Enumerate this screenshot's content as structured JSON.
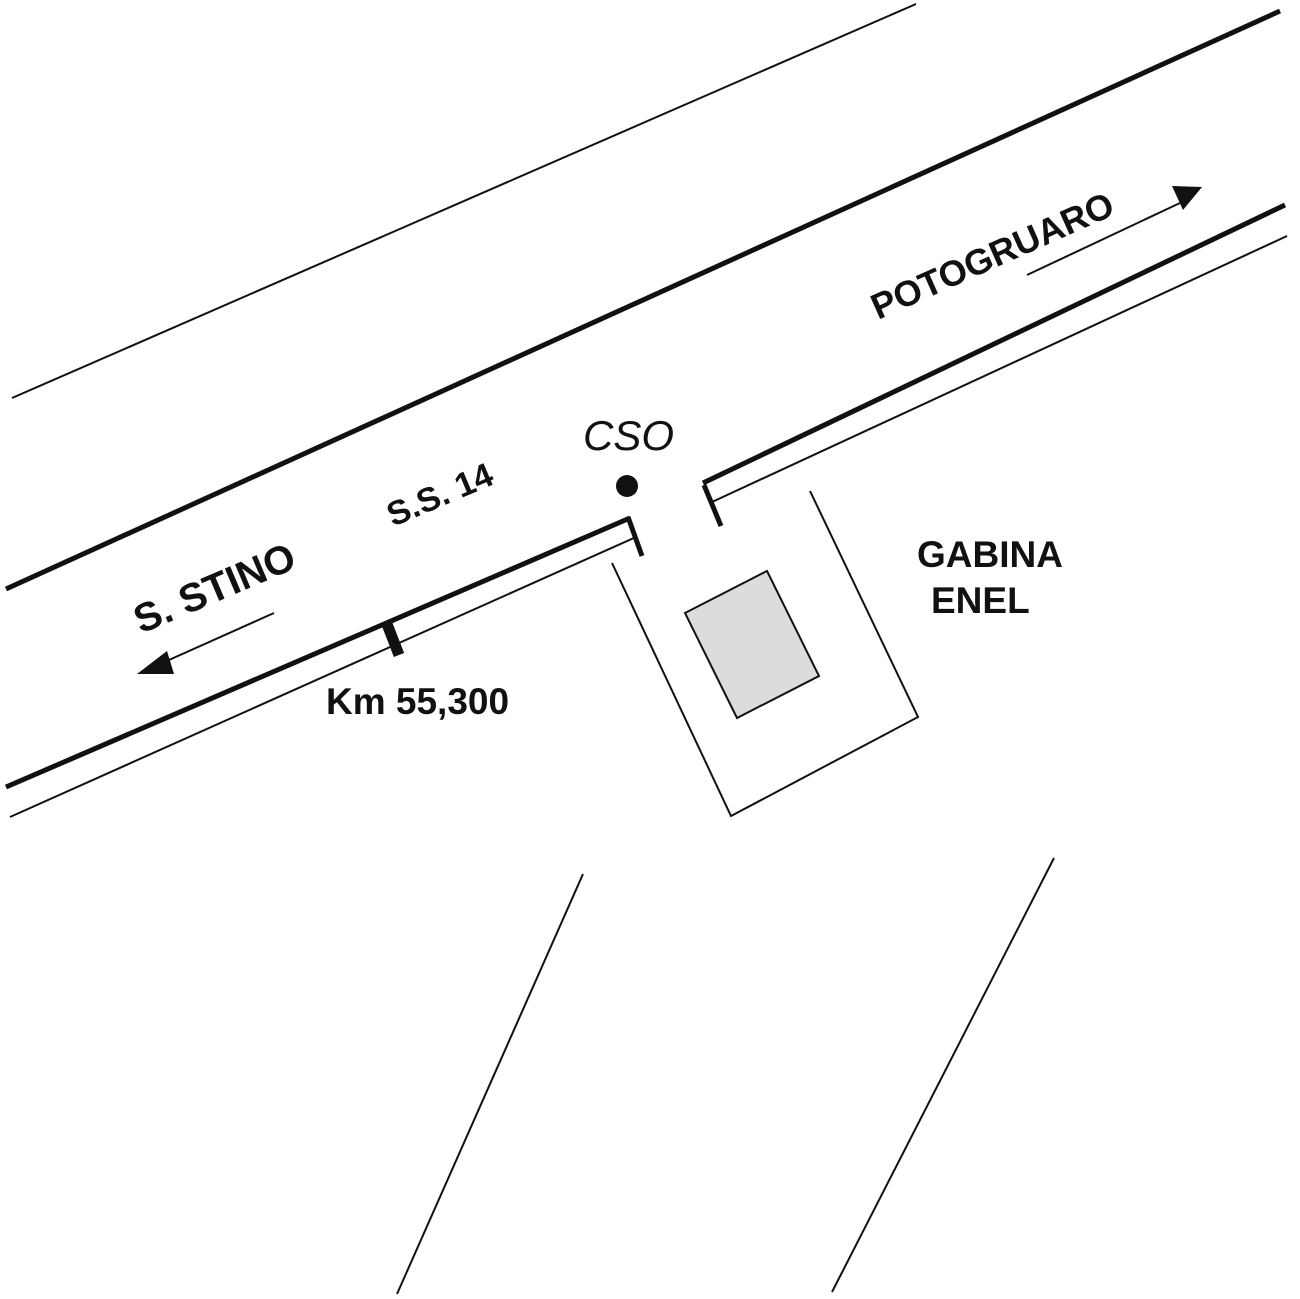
{
  "map": {
    "labels": {
      "road_name": "S.S. 14",
      "direction_west": "S. STINO",
      "direction_east": "POTOGRUARO",
      "point_label": "CSO",
      "km_marker": "Km 55,300",
      "building_line1": "GABINA",
      "building_line2": "ENEL"
    },
    "colors": {
      "line": "#111111",
      "building_fill": "#dcdcdc",
      "background": "#ffffff"
    },
    "icons": {
      "point_marker": "filled-circle",
      "arrow_west": "arrow-left",
      "arrow_east": "arrow-right",
      "km_marker": "tick-mark"
    }
  }
}
